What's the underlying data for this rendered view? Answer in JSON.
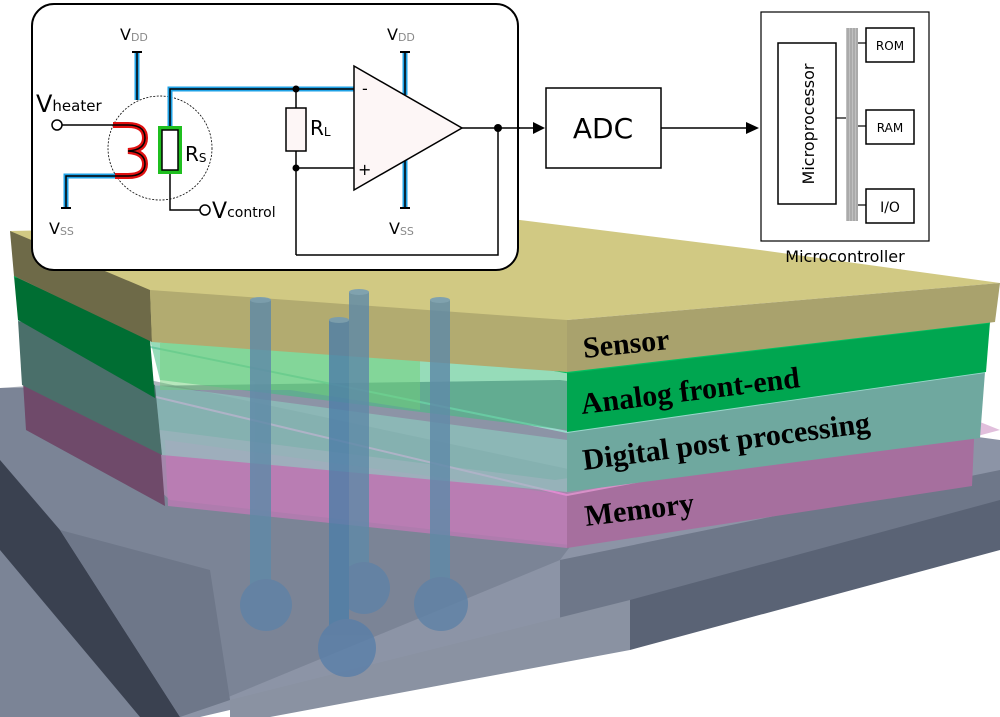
{
  "colors": {
    "sensor_top": "#d1c983",
    "sensor_front": "#a9a26d",
    "sensor_side": "#6e6a48",
    "afe_top": "#5cc46a",
    "afe_front": "#00a650",
    "afe_side": "#006e33",
    "afe_edge": "#00c060",
    "dpp_top": "#7fbfb0",
    "dpp_front": "#6fa89f",
    "dpp_side": "#4a6f6a",
    "dpp_edge": "#9ad8cc",
    "mem_top": "#c98bbf",
    "mem_front": "#a66f9e",
    "mem_side": "#6f4a6a",
    "mem_edge": "#e08ad0",
    "substrate_top": "#8c94a6",
    "substrate_front": "#6e7789",
    "substrate_dark": "#5a6375",
    "substrate_side": "#3a4150",
    "via": "#5f8aa8",
    "wire_highlight": "#1fa2e6",
    "heater": "#e01010",
    "sensor_resistor": "#1fbf1f"
  },
  "circuit": {
    "vdd_left": {
      "main": "V",
      "sub": "DD"
    },
    "vdd_right": {
      "main": "V",
      "sub": "DD"
    },
    "vss_left": {
      "main": "V",
      "sub": "SS"
    },
    "vss_right": {
      "main": "V",
      "sub": "SS"
    },
    "vheater": {
      "main": "V",
      "sub": "heater"
    },
    "vcontrol": {
      "main": "V",
      "sub": "control"
    },
    "rs": {
      "main": "R",
      "sub": "S"
    },
    "rl": {
      "main": "R",
      "sub": "L"
    },
    "opamp_minus": "-",
    "opamp_plus": "+"
  },
  "adc": {
    "label": "ADC"
  },
  "microcontroller": {
    "label": "Microcontroller",
    "processor": "Microprocessor",
    "rom": "ROM",
    "ram": "RAM",
    "io": "I/O"
  },
  "layers": [
    {
      "id": "sensor",
      "label": "Sensor"
    },
    {
      "id": "analog-front-end",
      "label": "Analog front-end"
    },
    {
      "id": "digital-post-processing",
      "label": "Digital post processing"
    },
    {
      "id": "memory",
      "label": "Memory"
    }
  ]
}
